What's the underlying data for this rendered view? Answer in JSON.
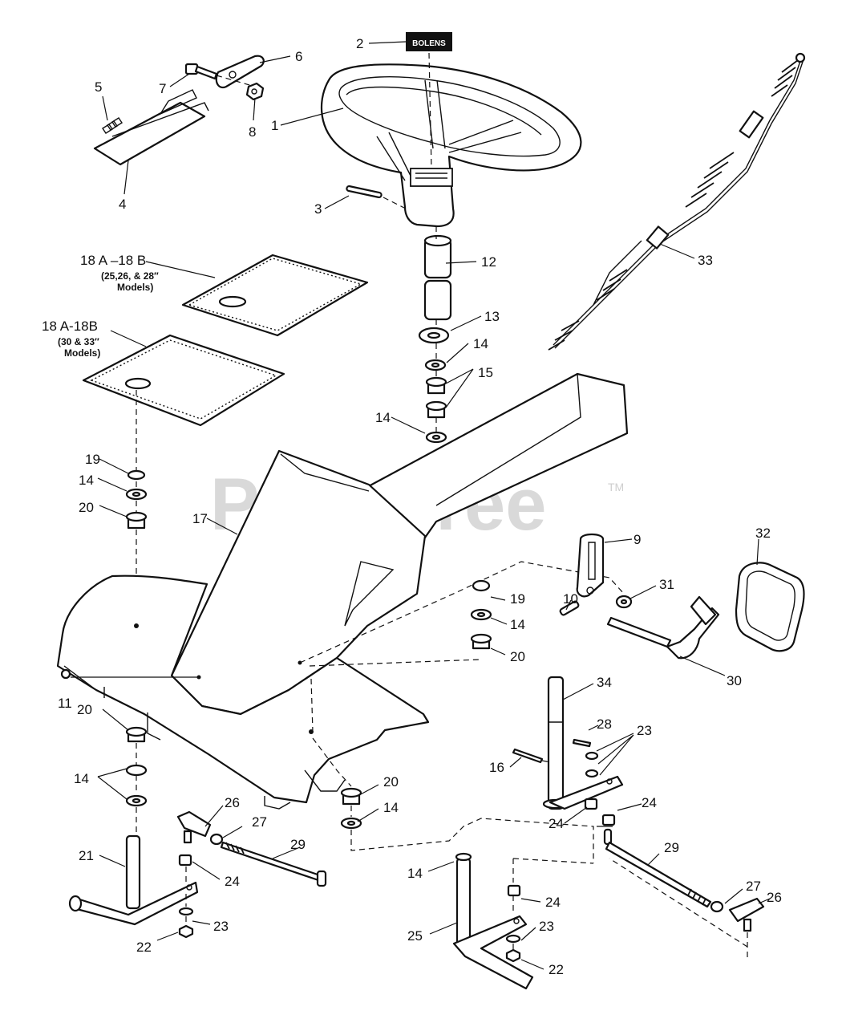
{
  "watermark": {
    "text": "PartsTree",
    "trademark": "TM"
  },
  "decal_label": "BOLENS",
  "callouts": {
    "c1": "1",
    "c2": "2",
    "c3": "3",
    "c4": "4",
    "c5": "5",
    "c6": "6",
    "c7": "7",
    "c8": "8",
    "c9": "9",
    "c10": "10",
    "c11": "11",
    "c12": "12",
    "c13": "13",
    "c14a": "14",
    "c14b": "14",
    "c14c": "14",
    "c14d": "14",
    "c14e": "14",
    "c14f": "14",
    "c14g": "14",
    "c15": "15",
    "c16": "16",
    "c17": "17",
    "c19a": "19",
    "c19b": "19",
    "c20a": "20",
    "c20b": "20",
    "c20c": "20",
    "c20d": "20",
    "c21": "21",
    "c22a": "22",
    "c22b": "22",
    "c23a": "23",
    "c23b": "23",
    "c23c": "23",
    "c24a": "24",
    "c24b": "24",
    "c24c": "24",
    "c24d": "24",
    "c25": "25",
    "c26a": "26",
    "c26b": "26",
    "c27a": "27",
    "c27b": "27",
    "c28": "28",
    "c29a": "29",
    "c29b": "29",
    "c30": "30",
    "c31": "31",
    "c32": "32",
    "c33": "33",
    "c34": "34"
  },
  "plate_upper": {
    "label": "18 A –18 B",
    "note_line1": "(25,26, & 28″",
    "note_line2": "Models)"
  },
  "plate_lower": {
    "label": "18 A-18B",
    "note_line1": "(30 & 33″",
    "note_line2": "Models)"
  }
}
